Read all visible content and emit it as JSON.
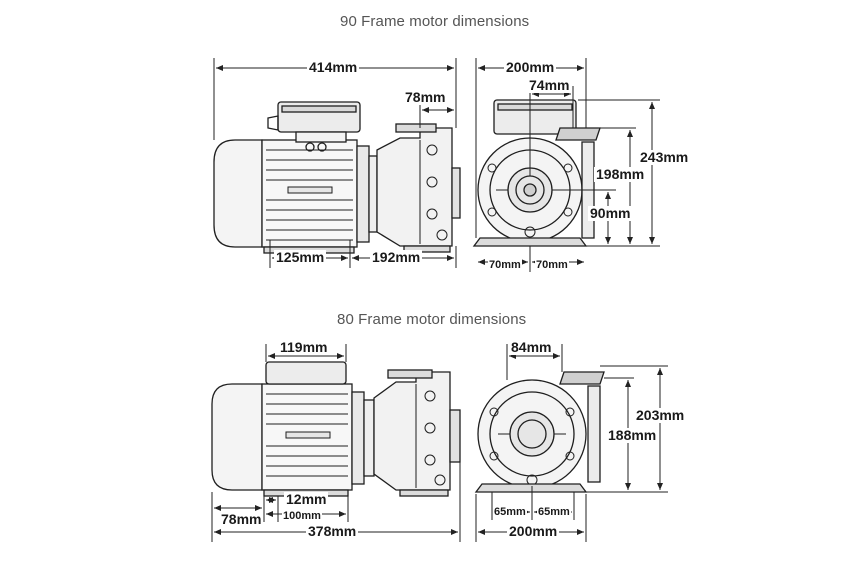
{
  "diagram_90": {
    "title": "90 Frame motor dimensions",
    "overall_length": "414mm",
    "pump_inlet": "78mm",
    "base_front": "125mm",
    "base_rear": "192mm",
    "width": "200mm",
    "box_offset": "74mm",
    "height_total": "243mm",
    "height_outlet": "198mm",
    "shaft_height": "90mm",
    "foot_left": "70mm",
    "foot_right": "70mm"
  },
  "diagram_80": {
    "title": "80 Frame motor dimensions",
    "box_length": "119mm",
    "mount_offset": "12mm",
    "foot_spacing": "100mm",
    "rear_overhang": "78mm",
    "overall_length": "378mm",
    "box_offset": "84mm",
    "height_total": "203mm",
    "height_outlet": "188mm",
    "foot_left": "65mm",
    "foot_right": "65mm",
    "width": "200mm"
  },
  "colors": {
    "line": "#1f1f1f",
    "shade": "#d9d9d9",
    "title": "#555555"
  }
}
